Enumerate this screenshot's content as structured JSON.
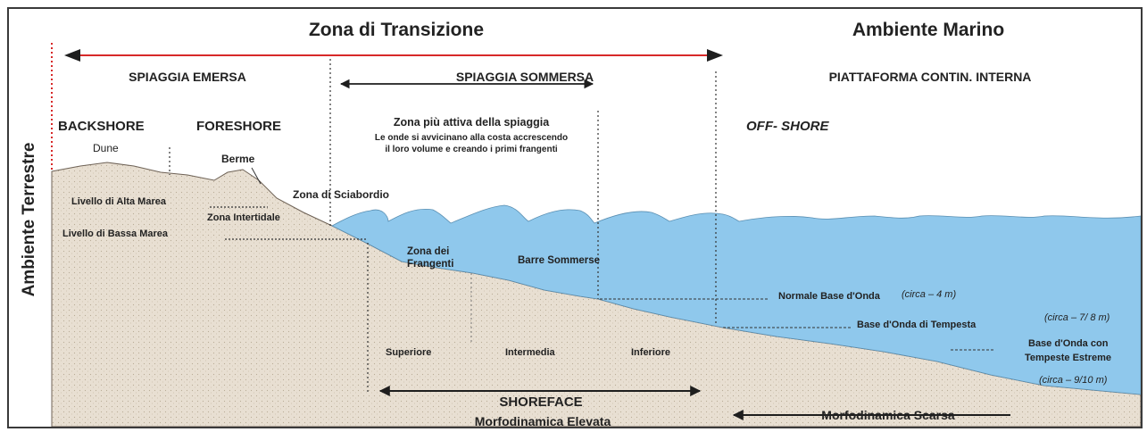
{
  "colors": {
    "land": "#e8dfd2",
    "water": "#8fc8ec",
    "red_arrow": "#d72828",
    "ink": "#1e1e1e"
  },
  "side_label": "Ambiente Terrestre",
  "headers": {
    "transizione": "Zona di Transizione",
    "marino": "Ambiente Marino"
  },
  "sections": {
    "emersa": "SPIAGGIA EMERSA",
    "sommersa": "SPIAGGIA SOMMERSA",
    "piattaforma": "PIATTAFORMA CONTIN. INTERNA"
  },
  "zones": {
    "backshore": "BACKSHORE",
    "foreshore": "FORESHORE",
    "offshore": "OFF- SHORE",
    "dune": "Dune",
    "berme": "Berme"
  },
  "active_zone": {
    "title": "Zona più attiva della spiaggia",
    "line1": "Le onde si avvicinano alla costa accrescendo",
    "line2": "il loro volume e creando i primi frangenti"
  },
  "levels": {
    "alta_marea": "Livello di Alta Marea",
    "intertidale": "Zona Intertidale",
    "bassa_marea": "Livello di Bassa Marea",
    "sciabordio": "Zona di Sciabordio",
    "frangenti_1": "Zona dei",
    "frangenti_2": "Frangenti",
    "barre": "Barre Sommerse"
  },
  "shoreface_parts": {
    "superiore": "Superiore",
    "intermedia": "Intermedia",
    "inferiore": "Inferiore"
  },
  "shoreface": {
    "label": "SHOREFACE",
    "morfo_high": "Morfodinamica Elevata",
    "morfo_low": "Morfodinamica Scarsa"
  },
  "wave_bases": {
    "normale": "Normale Base d'Onda",
    "normale_depth": "(circa – 4 m)",
    "tempesta": "Base d'Onda di Tempesta",
    "tempesta_depth": "(circa – 7/ 8 m)",
    "estreme_1": "Base d'Onda con",
    "estreme_2": "Tempeste Estreme",
    "estreme_depth": "(circa – 9/10 m)"
  }
}
